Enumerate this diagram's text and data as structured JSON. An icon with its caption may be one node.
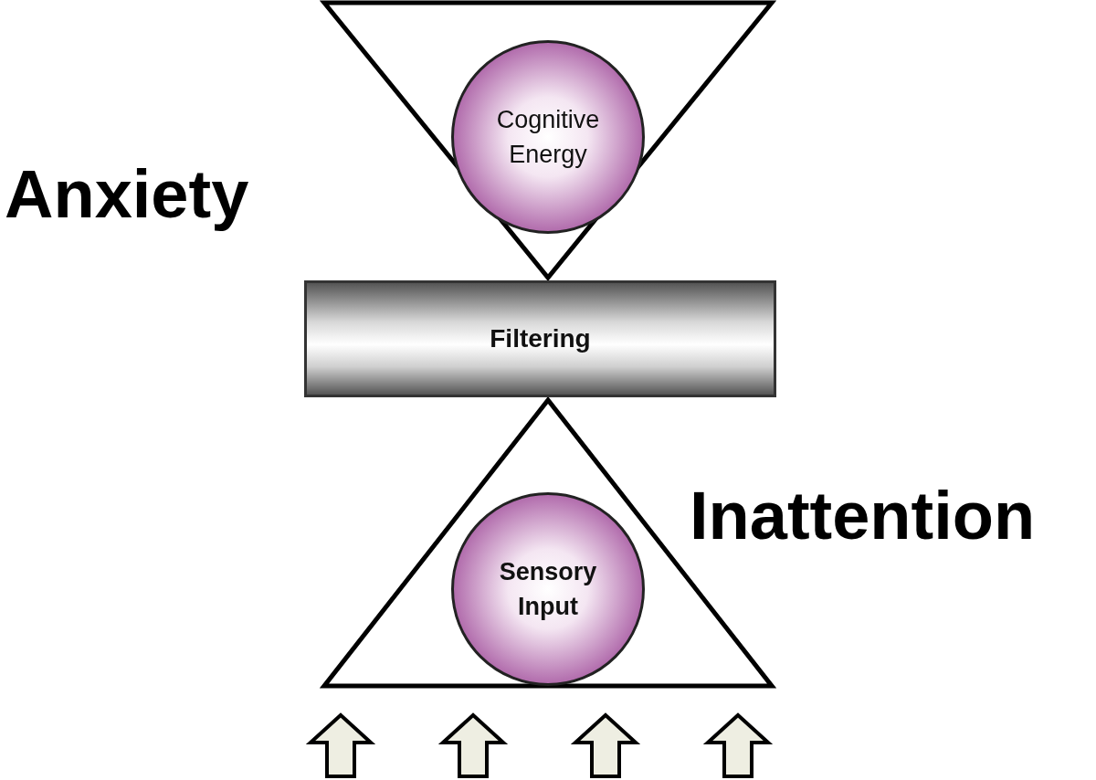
{
  "diagram": {
    "nodes": [
      {
        "text": [],
        "shape": "triangle"
      },
      {
        "text": [
          "Cognitive Energy"
        ],
        "in": 0
      },
      {
        "text": [
          "Filtering"
        ]
      },
      {
        "text": [],
        "shape": "triangle"
      },
      {
        "text": [
          "Sensory Input"
        ],
        "in": 3
      }
    ],
    "edges": [
      {
        "from": null,
        "to": 3,
        "arrow": "to"
      },
      {
        "from": null,
        "to": 3,
        "arrow": "to"
      },
      {
        "from": null,
        "to": 3,
        "arrow": "to"
      },
      {
        "from": null,
        "to": 3,
        "arrow": "to"
      }
    ],
    "labels": [
      "Anxiety",
      "Inattention"
    ]
  }
}
